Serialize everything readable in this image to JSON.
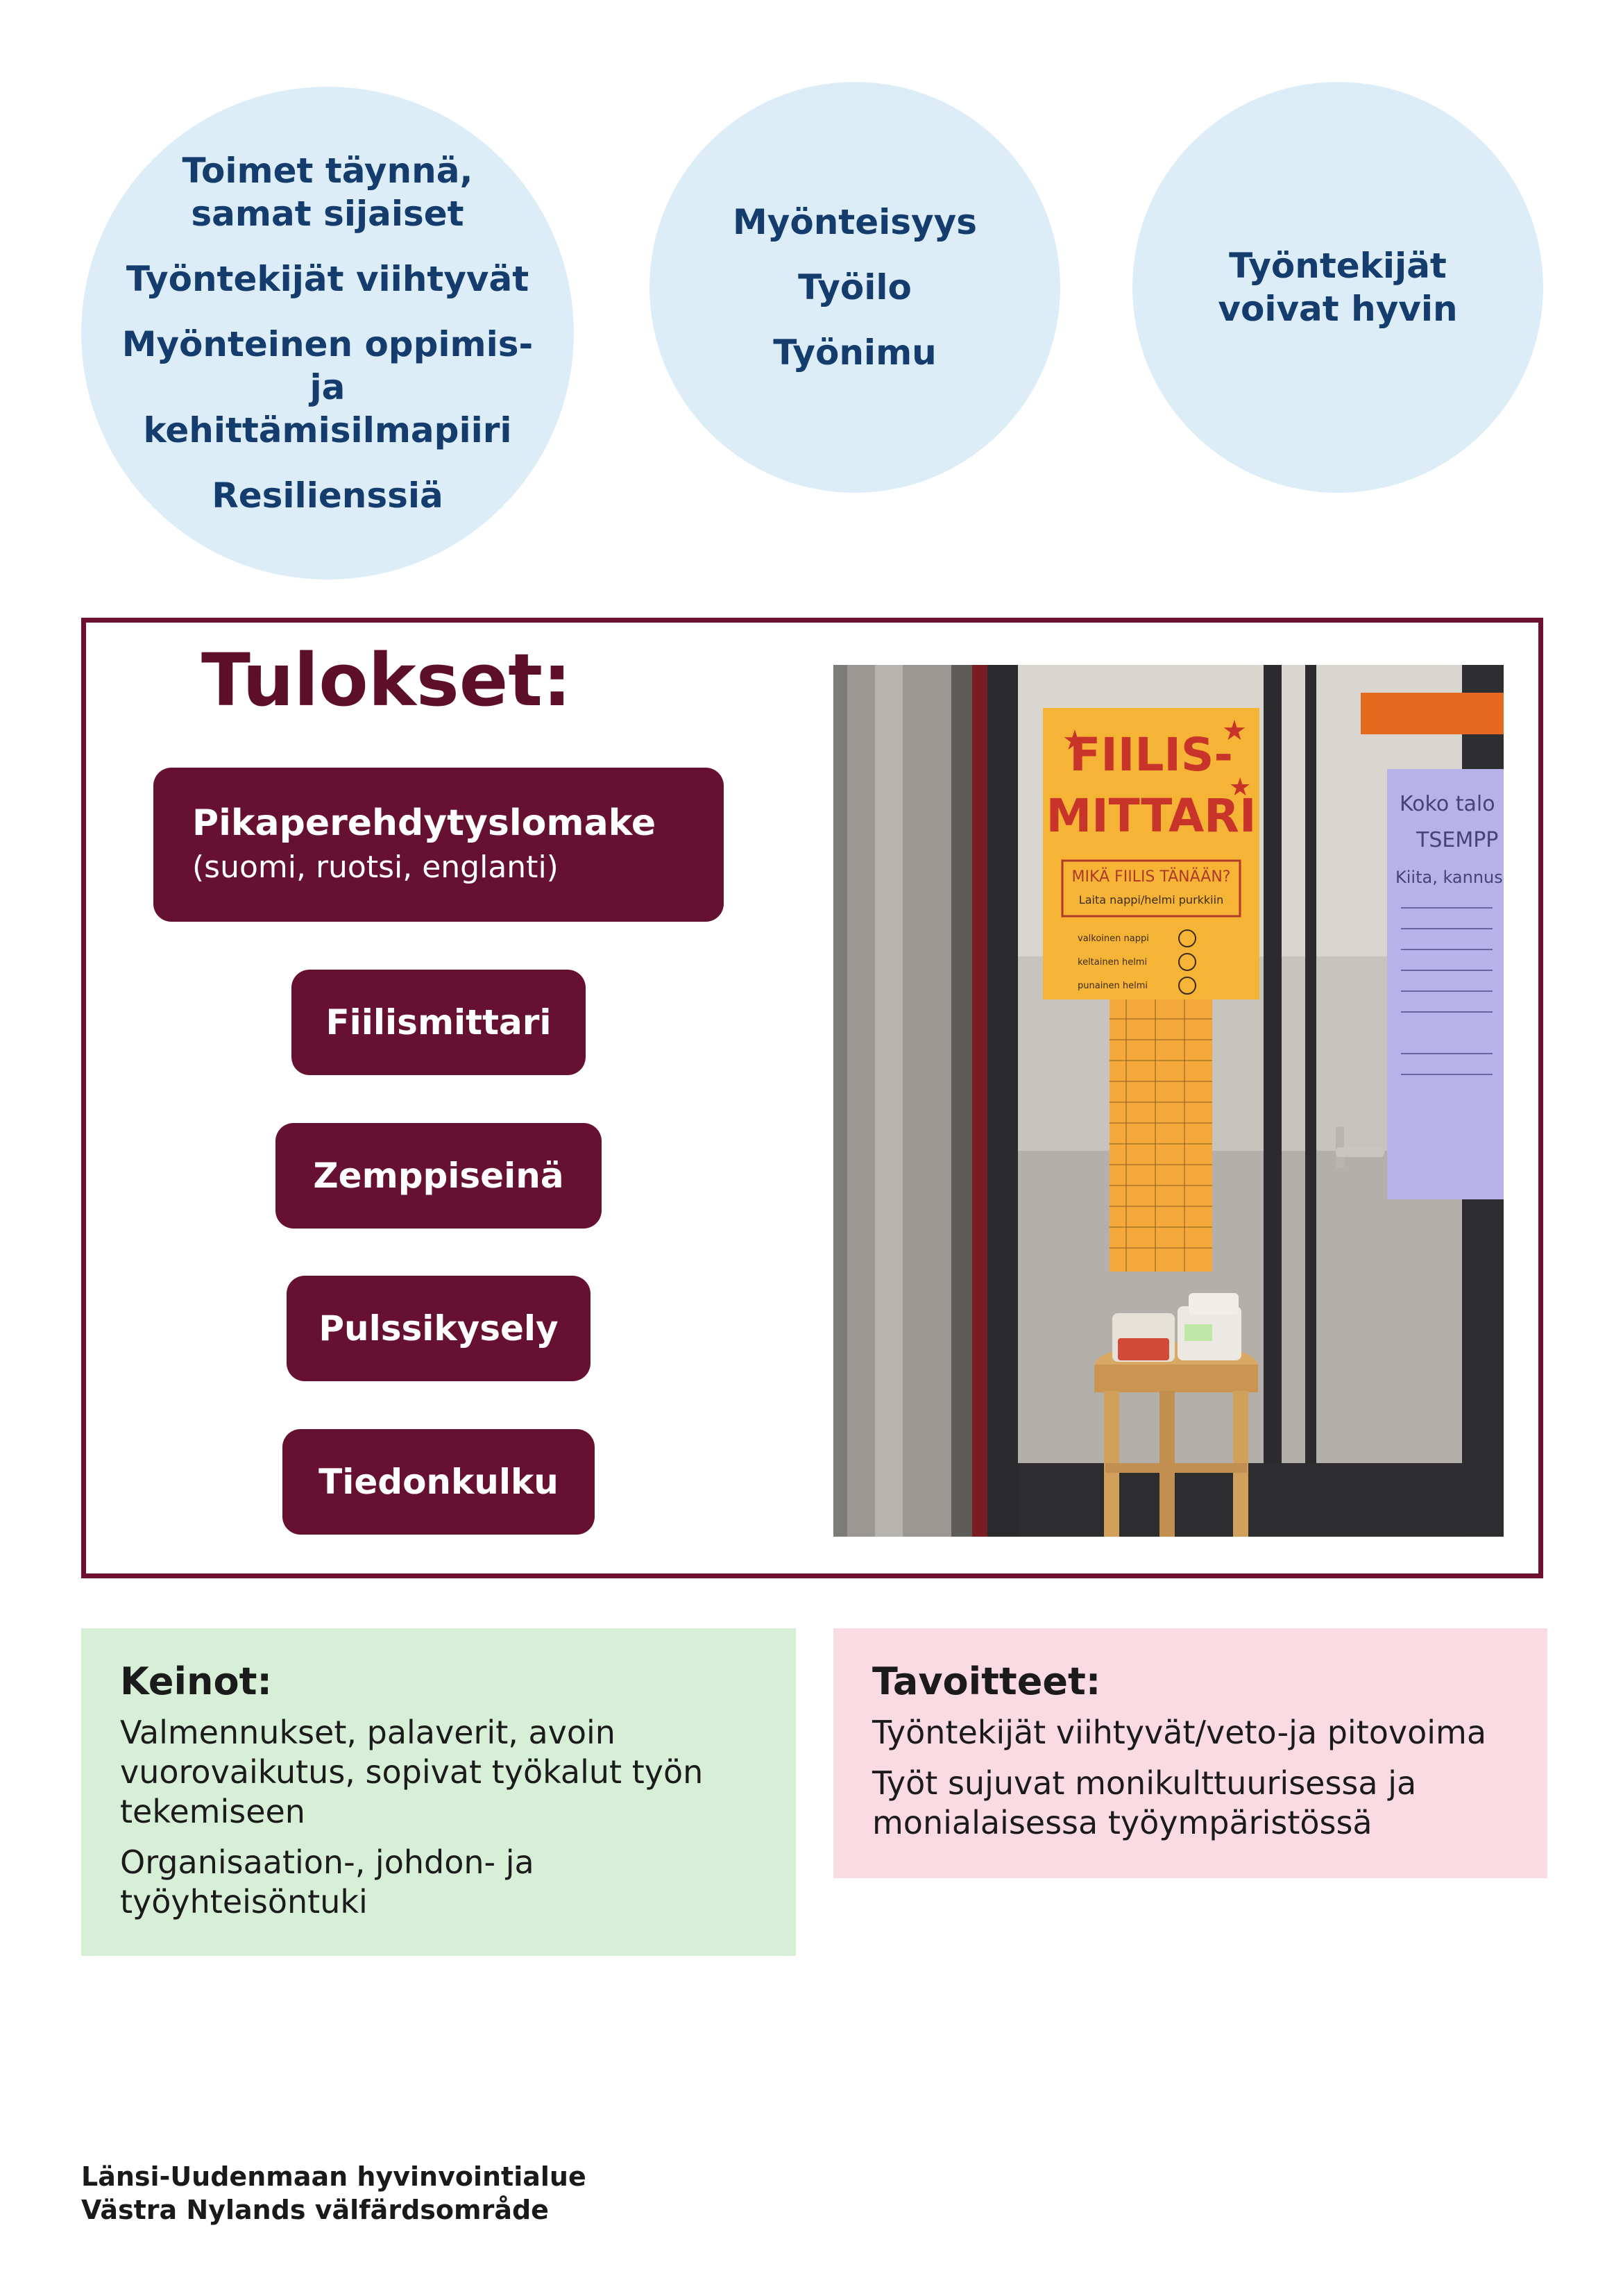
{
  "circles": [
    {
      "items": [
        "Toimet täynnä,\nsamat sijaiset",
        "Työntekijät viihtyvät",
        "Myönteinen oppimis- ja\nkehittämisilmapiiri",
        "Resilienssiä"
      ]
    },
    {
      "items": [
        "Myönteisyys",
        "Työilo",
        "Työnimu"
      ]
    },
    {
      "items": [
        "Työntekijät\nvoivat hyvin"
      ]
    }
  ],
  "results": {
    "title": "Tulokset:",
    "main_item": {
      "label": "Pikaperehdytyslomake",
      "sublabel": "(suomi, ruotsi, englanti)"
    },
    "items": [
      "Fiilismittari",
      "Zemppiseinä",
      "Pulssikysely",
      "Tiedonkulku"
    ]
  },
  "photo": {
    "poster_title_1": "FIILIS-",
    "poster_title_2": "MITTARI",
    "poster_subtitle": "MIKÄ FIILIS TÄNÄÄN?",
    "poster_instruction": "Laita nappi/helmi purkkiin",
    "poster_rows": [
      "valkoinen nappi",
      "keltainen helmi",
      "punainen helmi"
    ],
    "wall_poster_1": "Koko talo",
    "wall_poster_2": "TSEMPP",
    "wall_poster_3": "Kiita, kannus"
  },
  "keinot": {
    "heading": "Keinot:",
    "paragraphs": [
      "Valmennukset, palaverit, avoin vuorovaikutus, sopivat työkalut työn tekemiseen",
      "Organisaation-, johdon- ja työyhteisöntuki"
    ]
  },
  "tavoitteet": {
    "heading": "Tavoitteet:",
    "paragraphs": [
      "Työntekijät viihtyvät/veto-ja pitovoima",
      "Työt sujuvat monikulttuurisessa ja monialaisessa työympäristössä"
    ]
  },
  "footer": {
    "line1": "Länsi-Uudenmaan hyvinvointialue",
    "line2": "Västra Nylands välfärdsområde"
  },
  "colors": {
    "circle_bg": "#dcedf7",
    "circle_text": "#143d6e",
    "maroon": "#661131",
    "green_box": "#d6efd6",
    "pink_box": "#fbdbe3"
  }
}
